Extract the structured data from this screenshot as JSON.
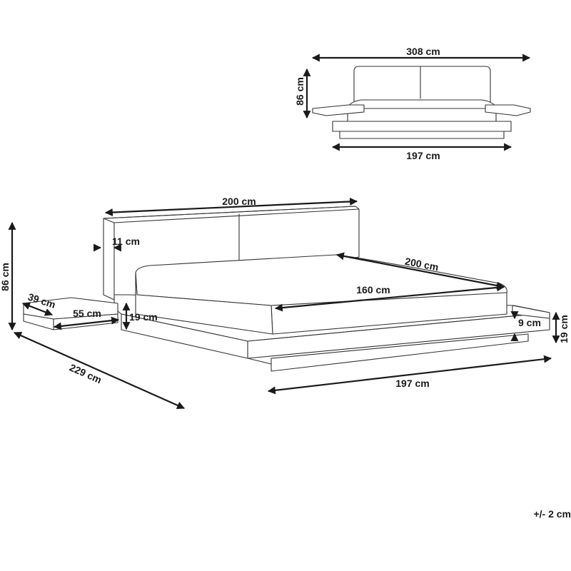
{
  "front_view": {
    "width_label": "308 cm",
    "height_label": "86 cm",
    "base_width_label": "197 cm"
  },
  "perspective_view": {
    "headboard_width_label": "200 cm",
    "headboard_thickness_label": "11 cm",
    "mattress_length_label": "200 cm",
    "mattress_width_label": "160 cm",
    "total_height_label": "86 cm",
    "nightstand_depth_label": "39 cm",
    "nightstand_width_label": "55 cm",
    "nightstand_height_label": "19 cm",
    "plinth_height_label": "9 cm",
    "frame_height_label": "19 cm",
    "total_length_label": "229 cm",
    "total_width_label": "197 cm"
  },
  "tolerance_label": "+/- 2 cm"
}
